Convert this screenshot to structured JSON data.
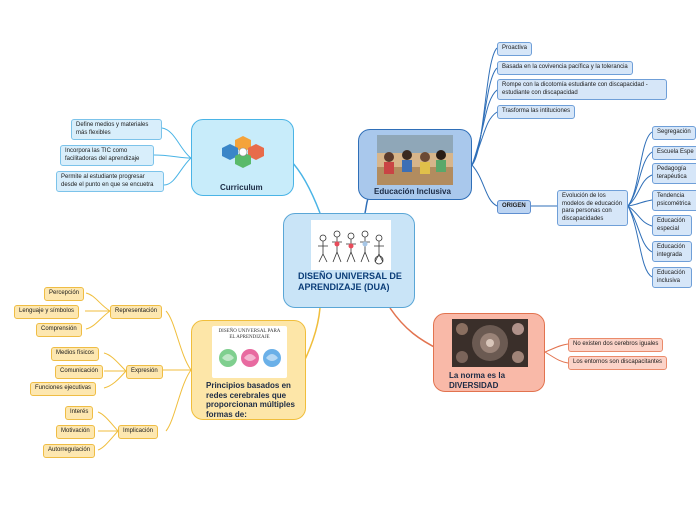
{
  "central": {
    "title": "DISEÑO UNIVERSAL DE APRENDIZAJE (DUA)"
  },
  "curriculum": {
    "label": "Curriculum",
    "items": [
      "Define medios y materiales más flexibles",
      "Incorpora las TIC como facilitadoras del aprendizaje",
      "Permite al estudiante progresar desde el punto en que se encuetra"
    ]
  },
  "educacion": {
    "label": "Educación Inclusiva",
    "items": [
      "Proactiva",
      "Basada en la covivencia pacífica y la tolerancia",
      "Rompe con la dicotomía estudiante con discapacidad - estudiante con discapacidad",
      "Trasforma las intituciones"
    ],
    "origen": "ORIGEN",
    "evolucion": "Evolución de los modelos de educación para personas con discapacidades",
    "models": [
      "Segregación",
      "Escuela Espe",
      "Pedagogía terapéutica",
      "Tendencia psicométrica",
      "Educación especial",
      "Educación integrada",
      "Educación inclusiva"
    ]
  },
  "principios": {
    "label": "Principios basados en redes cerebrales que proporcionan múltiples formas de:",
    "image_title": "DISEÑO UNIVERSAL PARA EL APRENDIZAJE",
    "groups": [
      {
        "name": "Representación",
        "items": [
          "Percepción",
          "Lenguaje y símbolos",
          "Comprensión"
        ]
      },
      {
        "name": "Expresión",
        "items": [
          "Medios físicos",
          "Comunicación",
          "Funciones ejecutivas"
        ]
      },
      {
        "name": "Implicación",
        "items": [
          "Interés",
          "Motivación",
          "Autorregulación"
        ]
      }
    ]
  },
  "norma": {
    "label": "La norma es la DIVERSIDAD",
    "items": [
      "No existen dos cerebros iguales",
      "Los entornos son discapacitantes"
    ]
  },
  "colors": {
    "central": "#5aa6d6",
    "curriculum": "#4ab4e6",
    "educacion": "#2f6fb8",
    "principios": "#f0be3c",
    "norma": "#e2734f"
  }
}
